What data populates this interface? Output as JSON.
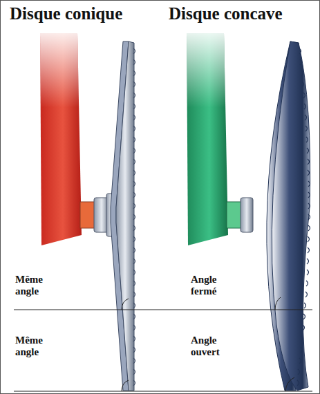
{
  "diagram": {
    "labels": [
      "Disque conique",
      "Disque concave",
      "Même angle",
      "Angle fermé",
      "Même angle",
      "Angle ouvert"
    ]
  }
}
